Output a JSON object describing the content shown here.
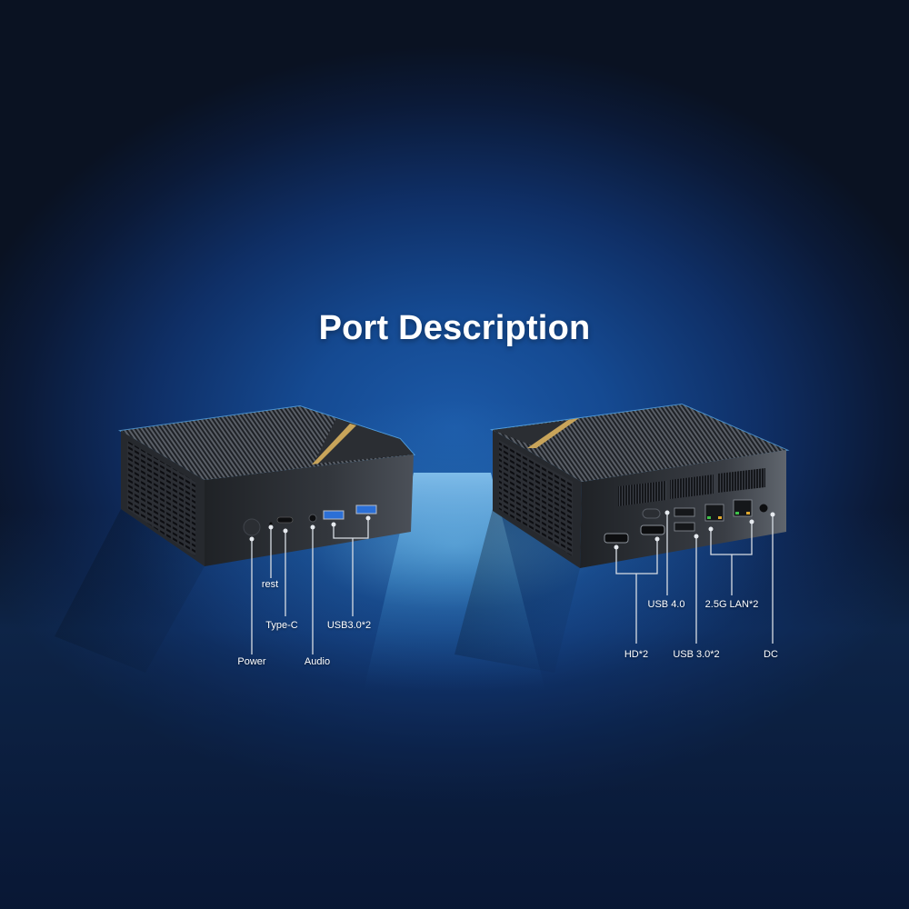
{
  "title": "Port Description",
  "colors": {
    "background_top": "#0a1222",
    "background_glow": "#1c5aa8",
    "accent_gold": "#c8a45a",
    "device_body": "#2a2d33",
    "label_text": "#ffffff",
    "callout_line": "#d8dde4"
  },
  "left_device": {
    "view": "front",
    "ports": [
      {
        "label": "Power",
        "icon": "power-button-icon"
      },
      {
        "label": "rest",
        "icon": "reset-pinhole-icon"
      },
      {
        "label": "Type-C",
        "icon": "usb-c-port-icon"
      },
      {
        "label": "Audio",
        "icon": "audio-jack-icon"
      },
      {
        "label": "USB3.0*2",
        "icon": "usb-a-port-icon"
      }
    ]
  },
  "right_device": {
    "view": "rear",
    "ports": [
      {
        "label": "USB 4.0",
        "icon": "usb-c-port-icon"
      },
      {
        "label": "2.5G LAN*2",
        "icon": "ethernet-port-icon"
      },
      {
        "label": "HD*2",
        "icon": "hdmi-port-icon"
      },
      {
        "label": "USB 3.0*2",
        "icon": "usb-a-port-icon"
      },
      {
        "label": "DC",
        "icon": "dc-jack-icon"
      }
    ]
  }
}
